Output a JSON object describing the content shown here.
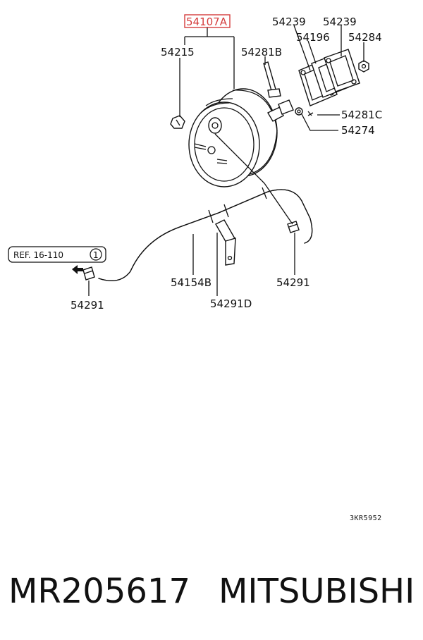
{
  "highlight_color": "#d43c3c",
  "labels": {
    "booster_assembly": "54107A",
    "check_valve": "54215",
    "bolt": "54281B",
    "gasket_left": "54239",
    "gasket_right": "54239",
    "spacer": "54196",
    "nut": "54284",
    "clip_pin": "54281C",
    "washer": "54274",
    "vacuum_hose": "54154B",
    "bracket": "54291D",
    "hose_clamp_right": "54291",
    "hose_clamp_left": "54291"
  },
  "reference": {
    "text": "REF. 16-110",
    "circle_number": "1",
    "arrow_icon": "left-arrow-icon"
  },
  "diagram_code": "3KR5952",
  "footer": {
    "part_number": "MR205617",
    "brand": "MITSUBISHI"
  }
}
